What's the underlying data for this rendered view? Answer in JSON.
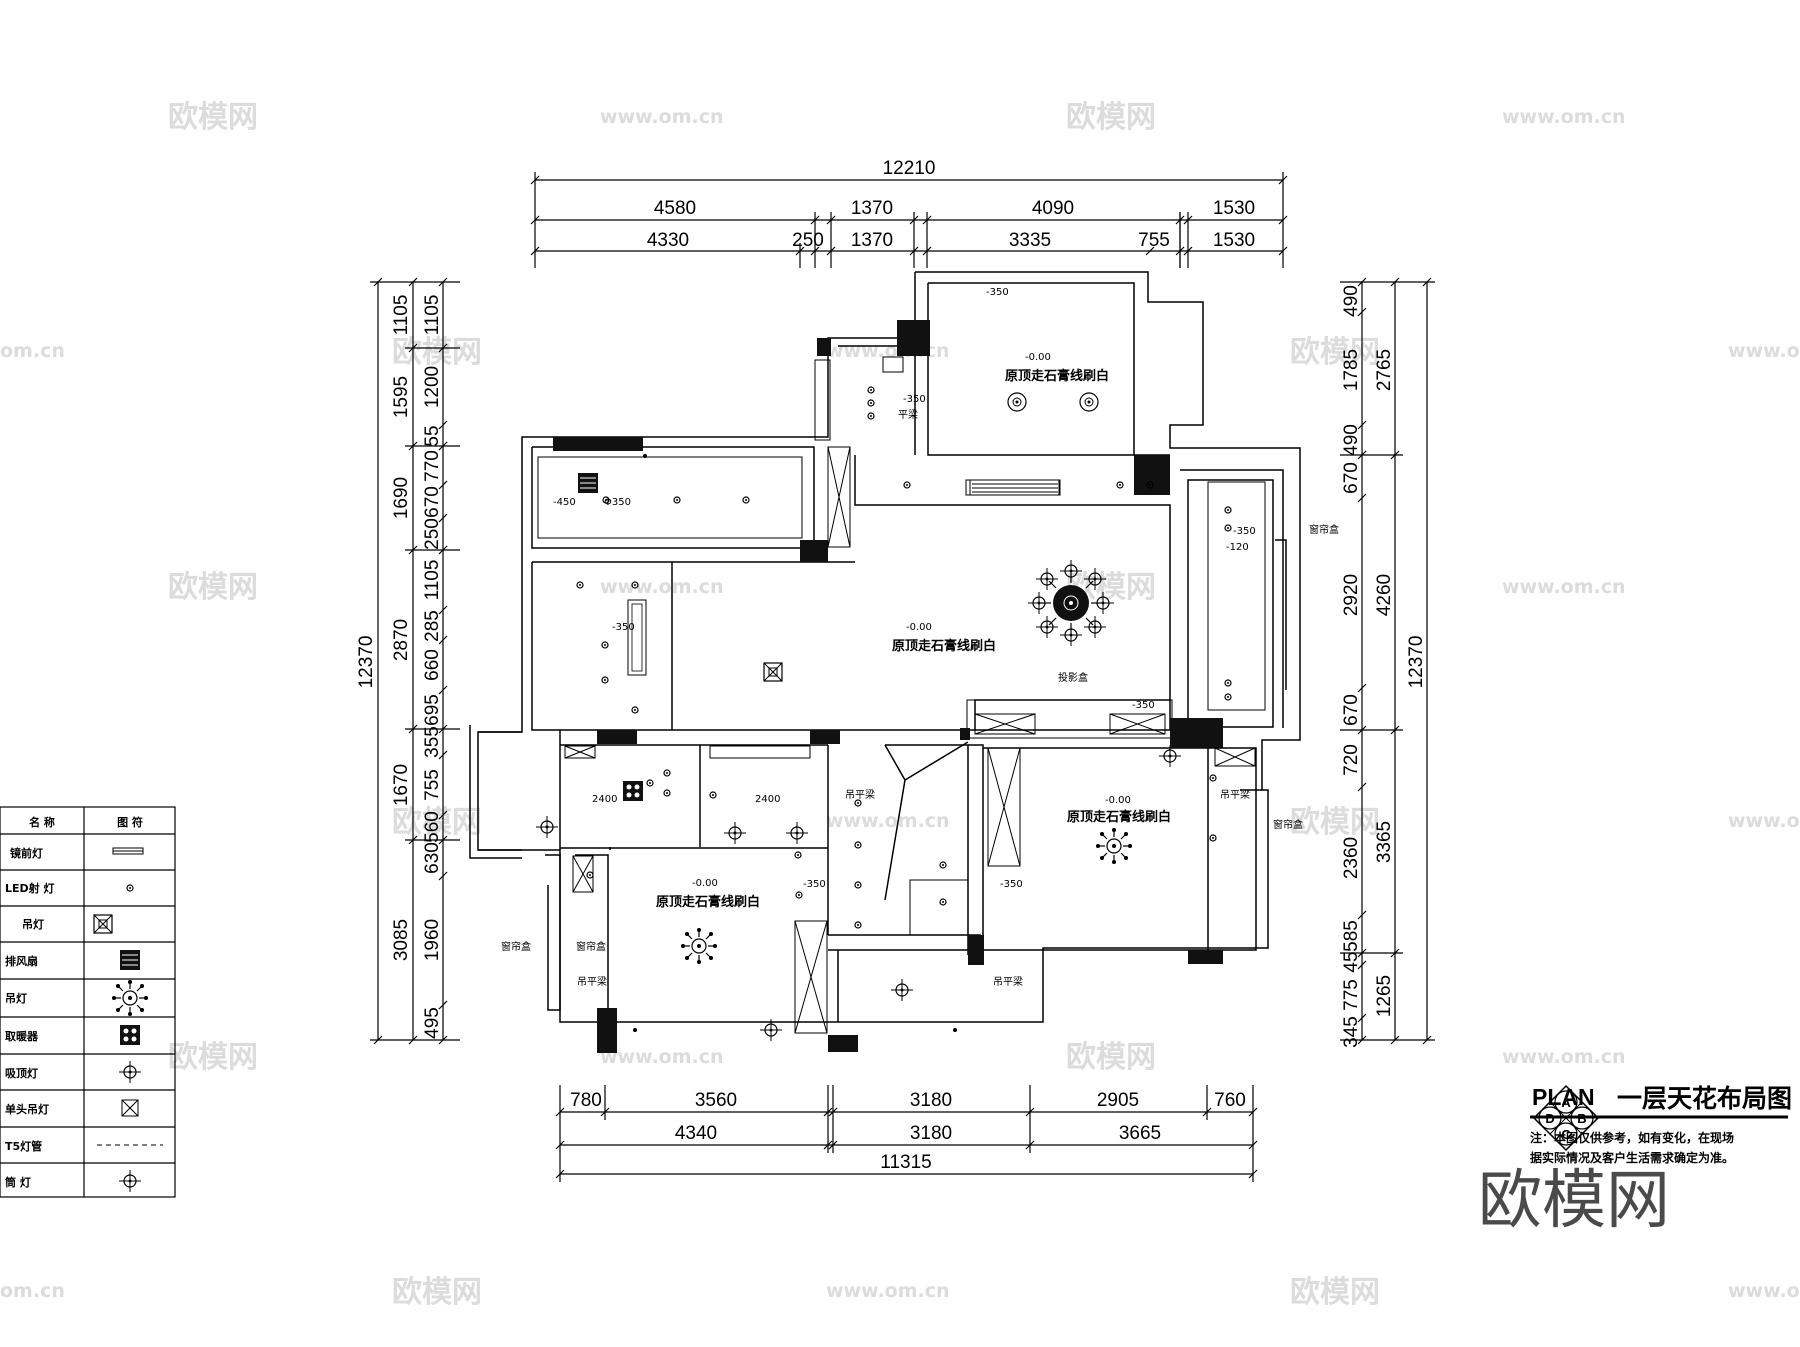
{
  "watermarks": {
    "brand": "欧模网",
    "url": "www.om.cn",
    "partial_url": "om.cn",
    "big": "欧模网"
  },
  "dimensions": {
    "top_total": "12210",
    "top_row1": [
      "4580",
      "1370",
      "4090",
      "1530"
    ],
    "top_row2": [
      "4330",
      "250",
      "1370",
      "3335",
      "755",
      "1530"
    ],
    "bottom_row1": [
      "780",
      "3560",
      "3180",
      "2905",
      "760"
    ],
    "bottom_row2": [
      "4340",
      "3180",
      "3665"
    ],
    "bottom_total": "11315",
    "left_total": "12370",
    "left_outer": [
      "1105",
      "1595",
      "1690",
      "2870",
      "1670",
      "3085"
    ],
    "left_inner": [
      "1105",
      "1200",
      "55",
      "770",
      "670",
      "250",
      "1105",
      "285",
      "660",
      "695",
      "355",
      "755",
      "560",
      "630",
      "1960",
      "495"
    ],
    "right_outer": [
      "2765",
      "4260",
      "3365",
      "1265"
    ],
    "right_inner": [
      "490",
      "1785",
      "490",
      "670",
      "2920",
      "670",
      "720",
      "2360",
      "585",
      "45",
      "775",
      "345"
    ],
    "right_total": "12370"
  },
  "room_labels": {
    "living": "原顶走石膏线刷白",
    "master": "原顶走石膏线刷白",
    "top_bedroom": "原顶走石膏线刷白",
    "bottom_left_bedroom": "原顶走石膏线刷白"
  },
  "annotations": {
    "lv_000": "-0.00",
    "lv_350": "-350",
    "lv_450": "-450",
    "lv_120": "-120",
    "phi350": "Φ350",
    "pingliang": "平梁",
    "diaopingliang": "吊平梁",
    "curtain_box": "窗帘盒",
    "projector_box": "投影盒",
    "h2400": "2400"
  },
  "title_block": {
    "plan": "PLAN",
    "title": "一层天花布局图",
    "note_line1": "注：本图仅供参考，如有变化，在现场",
    "note_line2": "据实际情况及客户生活需求确定为准。",
    "compass_letters": [
      "A",
      "B",
      "C",
      "D"
    ]
  },
  "legend": {
    "header_name": "名 称",
    "header_symbol": "图 符",
    "rows": [
      {
        "name": "镜前灯",
        "icon": "mirror-light-icon"
      },
      {
        "name": "LED射 灯",
        "icon": "led-spot-icon"
      },
      {
        "name": "吊灯",
        "icon": "pendant-box-icon"
      },
      {
        "name": "排风扇",
        "icon": "exhaust-fan-icon"
      },
      {
        "name": "吊灯",
        "icon": "chandelier-icon"
      },
      {
        "name": "取暖器",
        "icon": "heater-icon"
      },
      {
        "name": "吸顶灯",
        "icon": "ceiling-light-icon"
      },
      {
        "name": "单头吊灯",
        "icon": "single-pendant-icon"
      },
      {
        "name": "T5灯管",
        "icon": "t5-tube-icon"
      },
      {
        "name": "筒 灯",
        "icon": "downlight-icon"
      }
    ]
  }
}
